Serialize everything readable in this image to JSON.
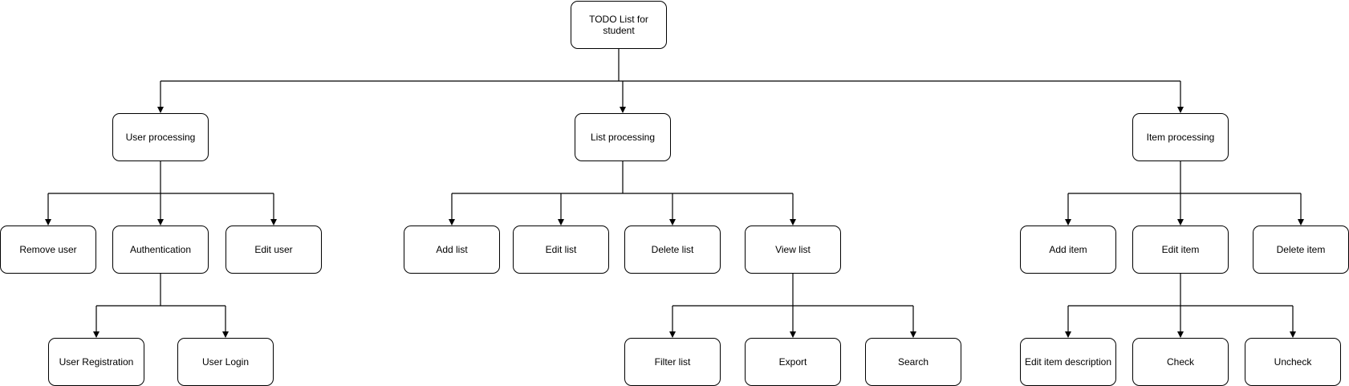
{
  "diagram": {
    "nodes": [
      {
        "id": "root",
        "label": "TODO List for student"
      },
      {
        "id": "user-processing",
        "label": "User processing"
      },
      {
        "id": "list-processing",
        "label": "List processing"
      },
      {
        "id": "item-processing",
        "label": "Item processing"
      },
      {
        "id": "remove-user",
        "label": "Remove user"
      },
      {
        "id": "authentication",
        "label": "Authentication"
      },
      {
        "id": "edit-user",
        "label": "Edit user"
      },
      {
        "id": "add-list",
        "label": "Add list"
      },
      {
        "id": "edit-list",
        "label": "Edit list"
      },
      {
        "id": "delete-list",
        "label": "Delete list"
      },
      {
        "id": "view-list",
        "label": "View list"
      },
      {
        "id": "add-item",
        "label": "Add item"
      },
      {
        "id": "edit-item",
        "label": "Edit item"
      },
      {
        "id": "delete-item",
        "label": "Delete item"
      },
      {
        "id": "user-registration",
        "label": "User Registration"
      },
      {
        "id": "user-login",
        "label": "User Login"
      },
      {
        "id": "filter-list",
        "label": "Filter list"
      },
      {
        "id": "export",
        "label": "Export"
      },
      {
        "id": "search",
        "label": "Search"
      },
      {
        "id": "edit-item-description",
        "label": "Edit item description"
      },
      {
        "id": "check",
        "label": "Check"
      },
      {
        "id": "uncheck",
        "label": "Uncheck"
      }
    ],
    "edges": [
      {
        "from": "root",
        "to": [
          "user-processing",
          "list-processing",
          "item-processing"
        ]
      },
      {
        "from": "user-processing",
        "to": [
          "remove-user",
          "authentication",
          "edit-user"
        ]
      },
      {
        "from": "authentication",
        "to": [
          "user-registration",
          "user-login"
        ]
      },
      {
        "from": "list-processing",
        "to": [
          "add-list",
          "edit-list",
          "delete-list",
          "view-list"
        ]
      },
      {
        "from": "view-list",
        "to": [
          "filter-list",
          "export",
          "search"
        ]
      },
      {
        "from": "item-processing",
        "to": [
          "add-item",
          "edit-item",
          "delete-item"
        ]
      },
      {
        "from": "edit-item",
        "to": [
          "edit-item-description",
          "check",
          "uncheck"
        ]
      }
    ],
    "colors": {
      "stroke": "#000000",
      "fill": "#ffffff",
      "text": "#000000"
    }
  }
}
